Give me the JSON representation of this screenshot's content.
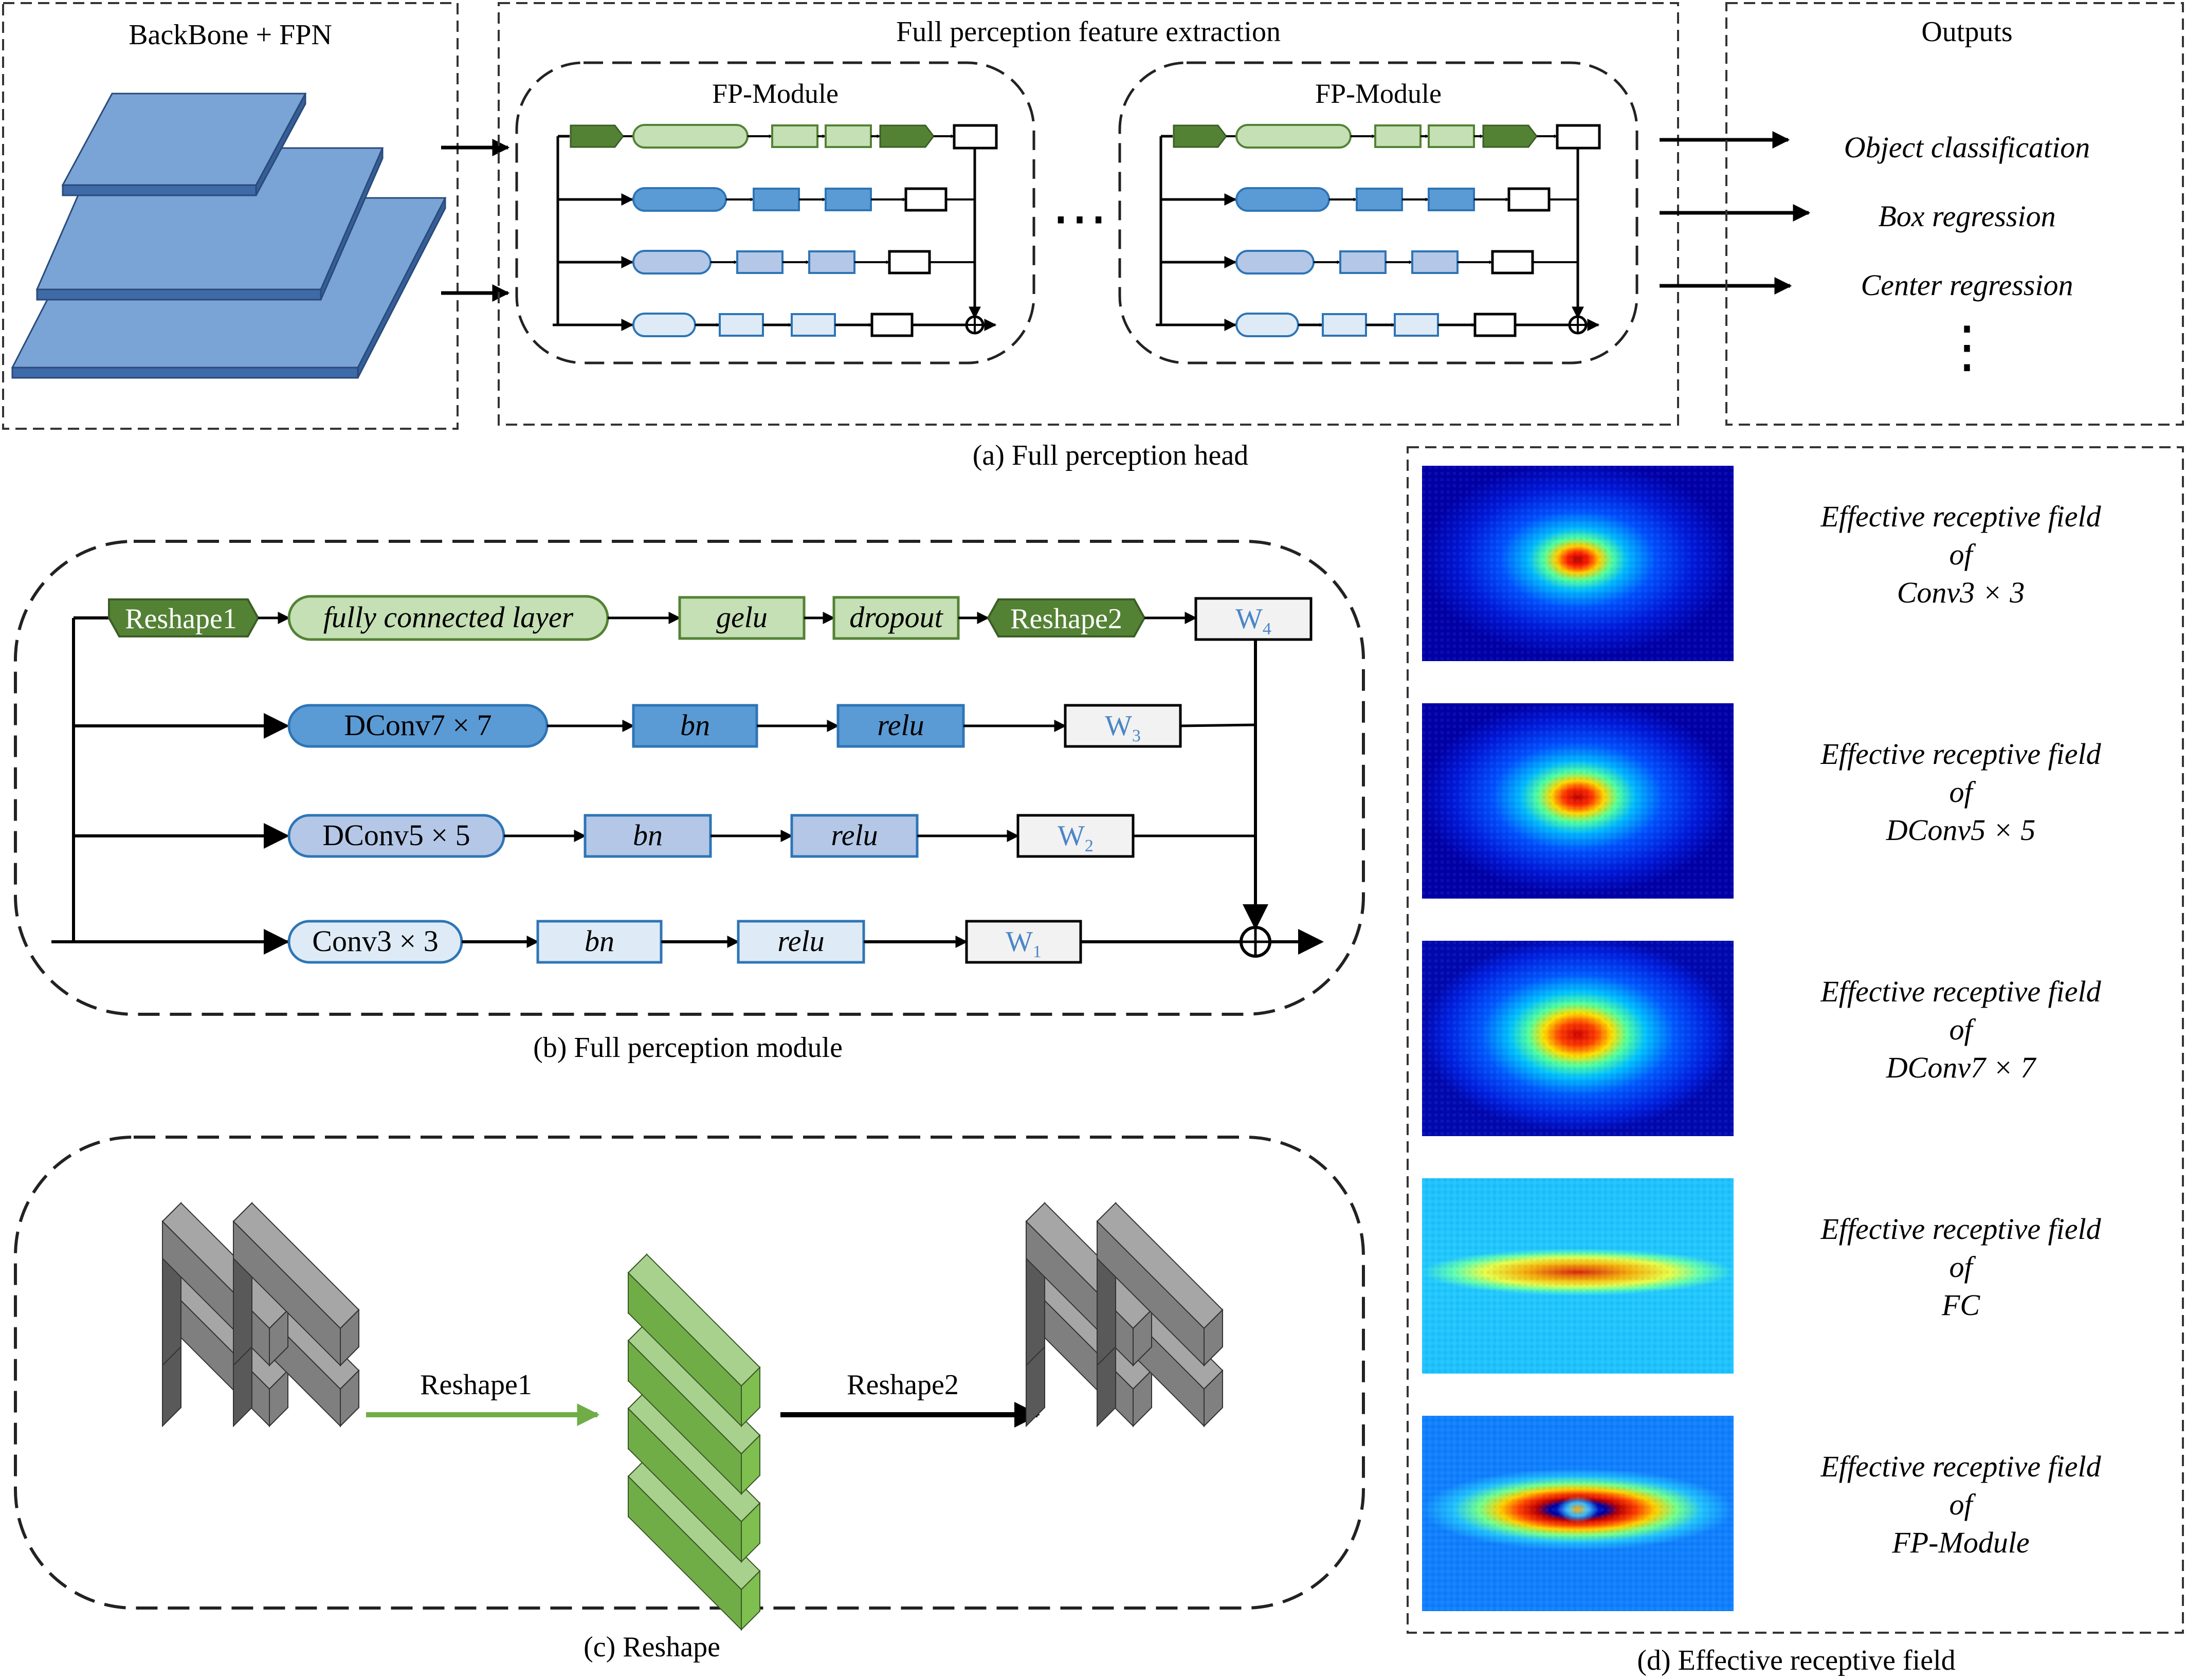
{
  "colors": {
    "dark_green": "#548235",
    "light_green": "#c5e0b4",
    "mid_blue": "#5b9bd5",
    "light_blue": "#b4c7e7",
    "pale_blue": "#deebf7",
    "layer_blue": "#7aa3d6",
    "gray_block": "#7f7f7f",
    "green_block": "#70ad47",
    "w_text": "#4a86c8",
    "heat_dark": "#0000a8",
    "heat_red": "#c00000"
  },
  "panel_a": {
    "backbone_title": "BackBone + FPN",
    "extraction_title": "Full perception feature extraction",
    "outputs_title": "Outputs",
    "module_title_1": "FP-Module",
    "module_title_2": "FP-Module",
    "ellipsis": "⋯",
    "outputs": [
      "Object classification",
      "Box regression",
      "Center regression"
    ],
    "outputs_more": "⋮",
    "caption": "(a) Full perception head"
  },
  "panel_b": {
    "caption": "(b) Full perception module",
    "row4": {
      "reshape1": "Reshape1",
      "fc": "fully connected layer",
      "gelu": "gelu",
      "dropout": "dropout",
      "reshape2": "Reshape2",
      "w_main": "W",
      "w_sub": "4"
    },
    "row3": {
      "conv": "DConv7 × 7",
      "bn": "bn",
      "relu": "relu",
      "w_main": "W",
      "w_sub": "3"
    },
    "row2": {
      "conv": "DConv5 × 5",
      "bn": "bn",
      "relu": "relu",
      "w_main": "W",
      "w_sub": "2"
    },
    "row1": {
      "conv": "Conv3 × 3",
      "bn": "bn",
      "relu": "relu",
      "w_main": "W",
      "w_sub": "1"
    }
  },
  "panel_c": {
    "caption": "(c) Reshape",
    "arrow1_label": "Reshape1",
    "arrow2_label": "Reshape2"
  },
  "panel_d": {
    "caption": "(d) Effective receptive field",
    "items": [
      {
        "line1": "Effective receptive field",
        "line2": "of",
        "line3": "Conv3 × 3",
        "pattern": "small-spot"
      },
      {
        "line1": "Effective receptive field",
        "line2": "of",
        "line3": "DConv5 × 5",
        "pattern": "medium-spot"
      },
      {
        "line1": "Effective receptive field",
        "line2": "of",
        "line3": "DConv7 × 7",
        "pattern": "large-spot"
      },
      {
        "line1": "Effective receptive field",
        "line2": "of",
        "line3": "FC",
        "pattern": "horizontal-band"
      },
      {
        "line1": "Effective receptive field",
        "line2": "of",
        "line3": "FP-Module",
        "pattern": "ring"
      }
    ]
  }
}
